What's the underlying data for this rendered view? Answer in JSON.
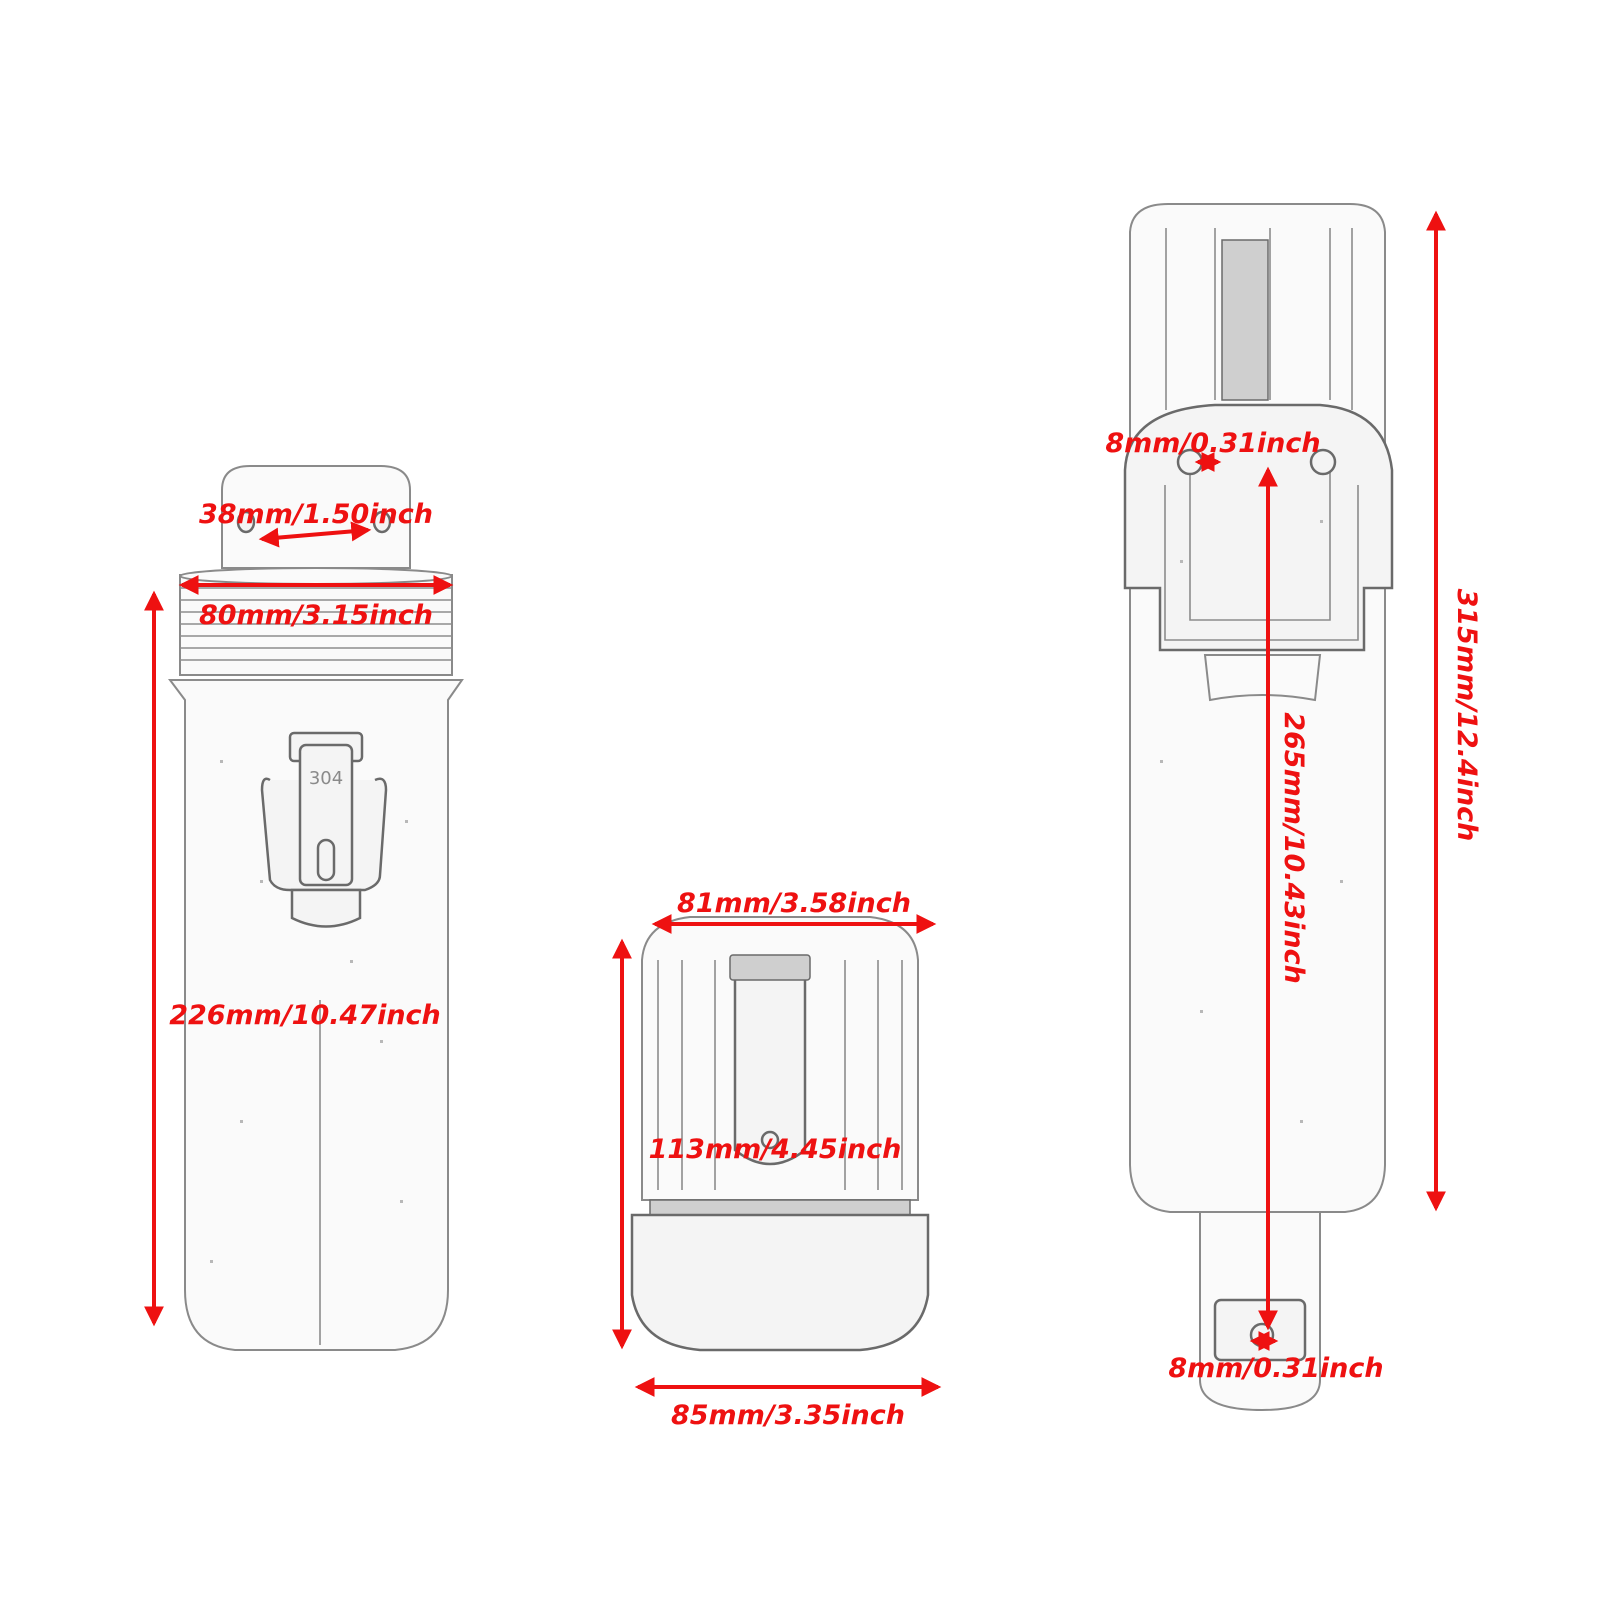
{
  "colors": {
    "dimension": "#ee1111",
    "outline": "#6a6a6a",
    "background": "#ffffff"
  },
  "tube": {
    "hole_spacing": "38mm/1.50inch",
    "diameter": "80mm/3.15inch",
    "height": "226mm/10.47inch",
    "latch_marking": "304"
  },
  "cap": {
    "top_width": "81mm/3.58inch",
    "height": "113mm/4.45inch",
    "bottom_width": "85mm/3.35inch"
  },
  "mounted_tube": {
    "top_hole": "8mm/0.31inch",
    "total_height": "315mm/12.4inch",
    "hole_distance": "265mm/10.43inch",
    "bottom_hole": "8mm/0.31inch"
  }
}
